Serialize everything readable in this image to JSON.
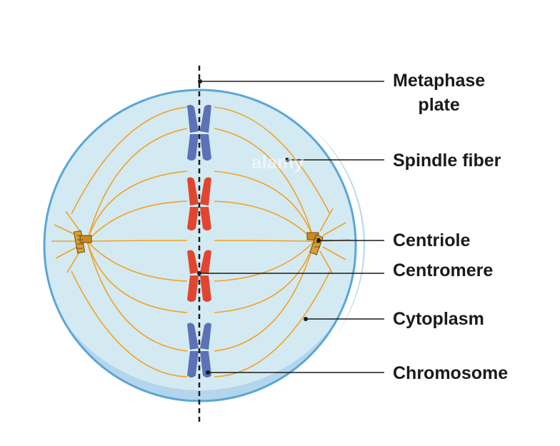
{
  "labels": {
    "metaphase_plate_line1": "Metaphase",
    "metaphase_plate_line2": "plate",
    "spindle_fiber": "Spindle fiber",
    "centriole": "Centriole",
    "centromere": "Centromere",
    "cytoplasm": "Cytoplasm",
    "chromosome": "Chromosome"
  },
  "colors": {
    "cell_fill": "#d3eaf3",
    "cell_border": "#5aa6d8",
    "cell_shadow": "#b4d6ec",
    "spindle": "#f4a020",
    "chromosome_blue": "#5b72b8",
    "chromosome_red": "#e2452f",
    "centriole": "#d9a031",
    "line": "#1a1a1a"
  },
  "watermark": "alamy"
}
